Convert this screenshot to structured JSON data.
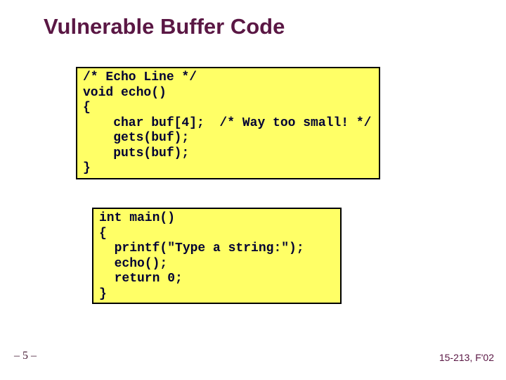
{
  "slide": {
    "title": "Vulnerable Buffer Code",
    "footer_left": "– 5 –",
    "footer_right": "15-213, F'02"
  },
  "colors": {
    "background": "#ffffff",
    "title_text": "#5a1744",
    "code_text": "#000033",
    "code_box_fill": "#ffff66",
    "code_box_border": "#000000",
    "footer_text": "#5a1744"
  },
  "code_box_echo": {
    "lines": [
      "/* Echo Line */",
      "void echo()",
      "{",
      "    char buf[4];  /* Way too small! */",
      "    gets(buf);",
      "    puts(buf);",
      "}"
    ]
  },
  "code_box_main": {
    "lines": [
      "int main()",
      "{",
      "  printf(\"Type a string:\");",
      "  echo();",
      "  return 0;",
      "}"
    ]
  }
}
